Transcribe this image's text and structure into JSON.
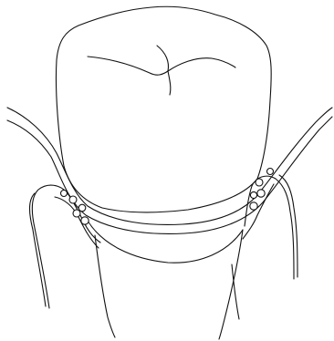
{
  "diagram": {
    "kind": "line-illustration",
    "subject": "tooth-with-gingival-cord",
    "colors": {
      "background": "#ffffff",
      "stroke": "#111111"
    },
    "parts": [
      {
        "name": "crown",
        "label": ""
      },
      {
        "name": "root",
        "label": ""
      },
      {
        "name": "retraction-cord",
        "label": ""
      },
      {
        "name": "gingiva-left",
        "label": ""
      },
      {
        "name": "gingiva-right",
        "label": ""
      },
      {
        "name": "sulcus-bubbles-left",
        "label": ""
      },
      {
        "name": "sulcus-bubbles-right",
        "label": ""
      }
    ]
  }
}
